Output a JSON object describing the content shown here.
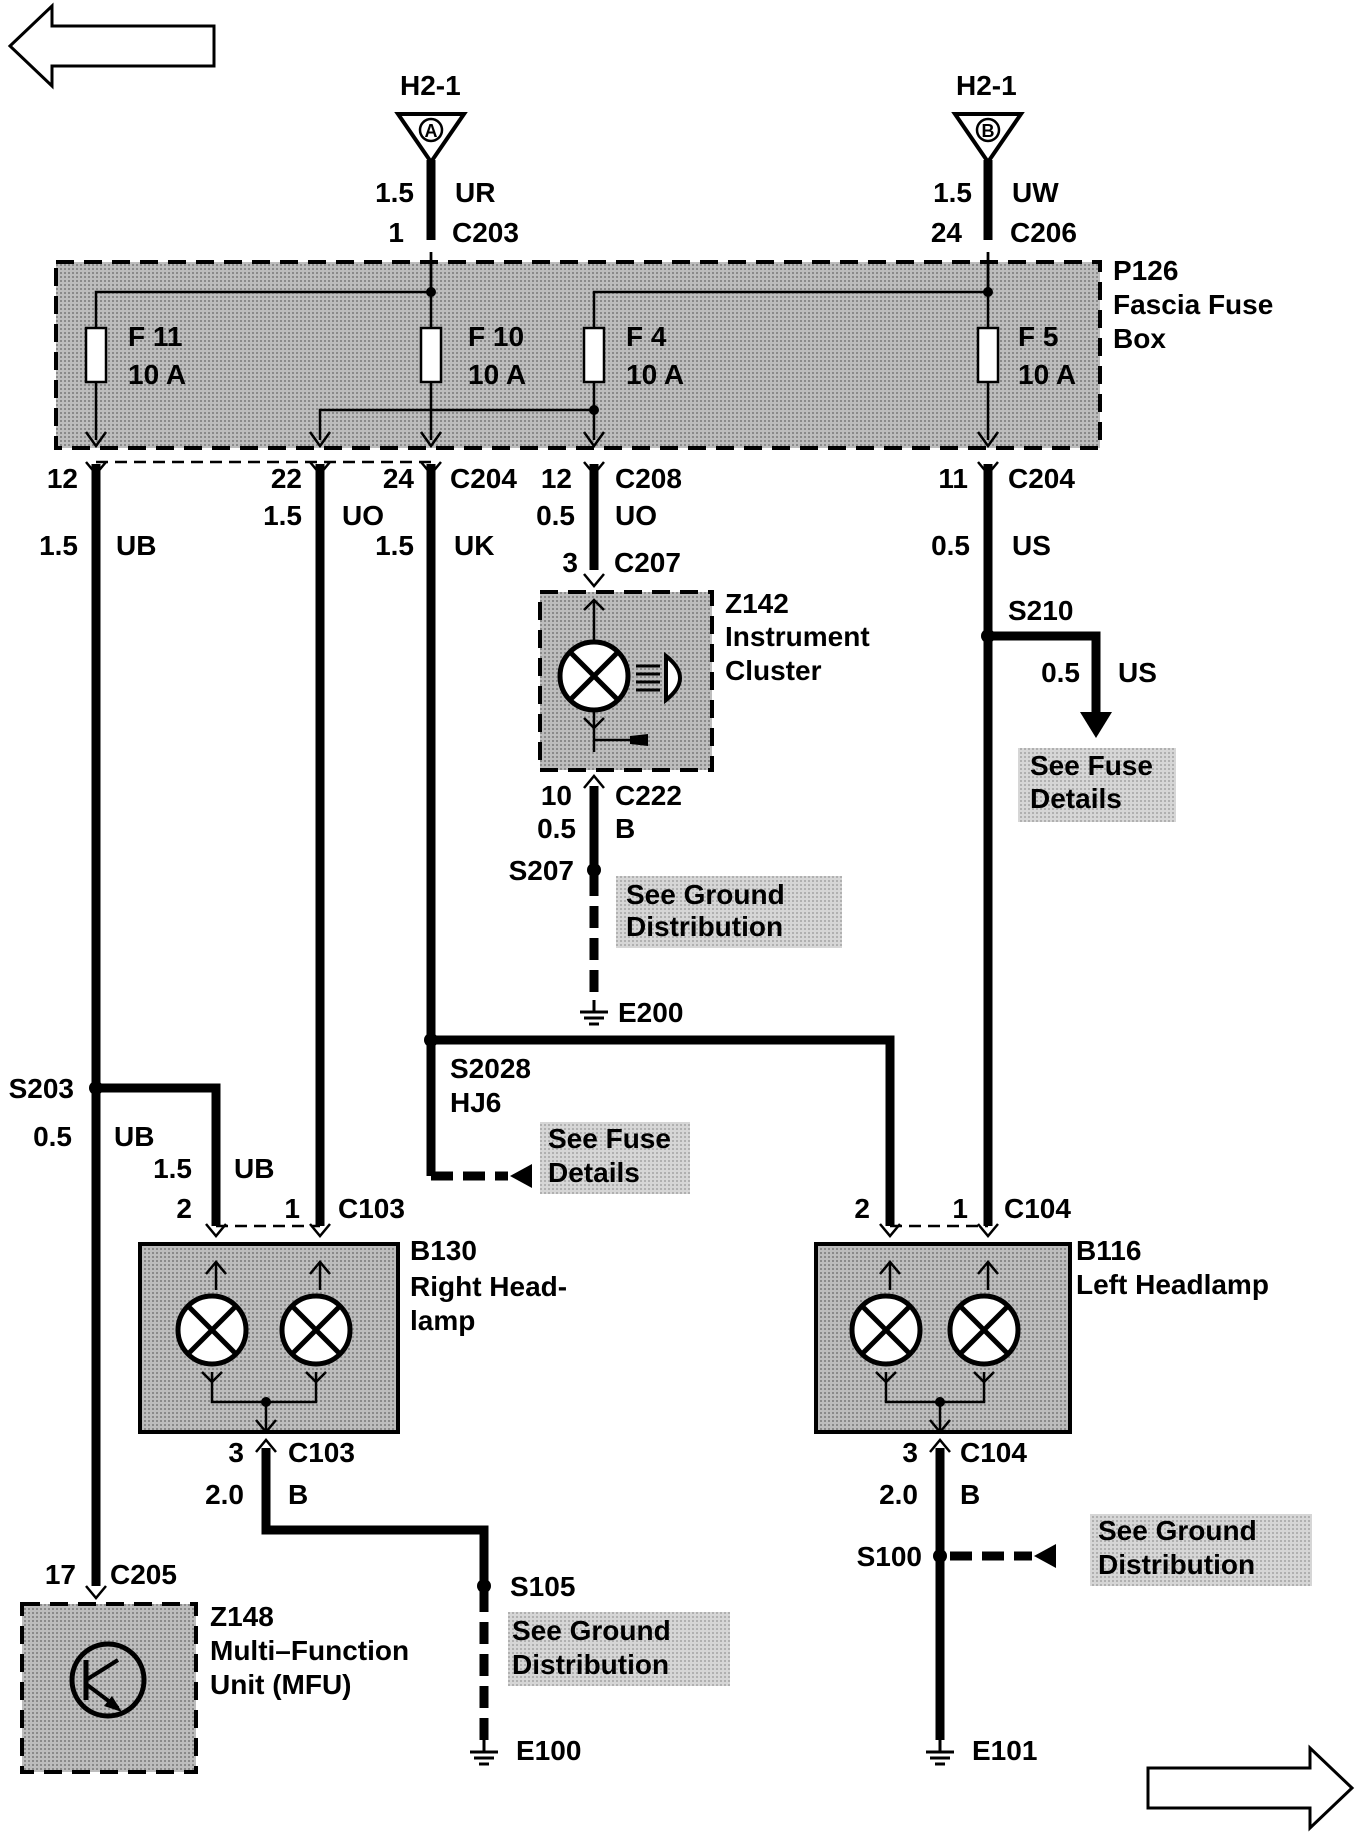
{
  "nav": {
    "back_icon": "left-arrow-icon",
    "forward_icon": "right-arrow-icon"
  },
  "feeds": {
    "a": {
      "ref": "H2-1",
      "letter": "A",
      "gauge": "1.5",
      "color": "UR",
      "pin": "1",
      "connector": "C203"
    },
    "b": {
      "ref": "H2-1",
      "letter": "B",
      "gauge": "1.5",
      "color": "UW",
      "pin": "24",
      "connector": "C206"
    }
  },
  "fuse_box": {
    "id": "P126",
    "name_line1": "Fascia Fuse",
    "name_line2": "Box",
    "fuses": [
      {
        "name": "F 11",
        "rating": "10 A"
      },
      {
        "name": "F 10",
        "rating": "10 A"
      },
      {
        "name": "F 4",
        "rating": "10 A"
      },
      {
        "name": "F 5",
        "rating": "10 A"
      }
    ]
  },
  "outputs": {
    "f11": {
      "pin": "12",
      "gauge": "1.5",
      "color": "UB"
    },
    "uo": {
      "pin": "22",
      "gauge": "1.5",
      "color": "UO"
    },
    "uk": {
      "pin": "24",
      "connector": "C204",
      "gauge": "1.5",
      "color": "UK"
    },
    "f4": {
      "pin": "12",
      "connector": "C208",
      "gauge": "0.5",
      "color": "UO"
    },
    "f5": {
      "pin": "11",
      "connector": "C204",
      "gauge": "0.5",
      "color": "US"
    }
  },
  "cluster": {
    "in_pin": "3",
    "in_connector": "C207",
    "id": "Z142",
    "name_line1": "Instrument",
    "name_line2": "Cluster",
    "out_pin": "10",
    "out_connector": "C222",
    "out_gauge": "0.5",
    "out_color": "B",
    "splice": "S207",
    "ground": "E200"
  },
  "s210": {
    "splice": "S210",
    "gauge": "0.5",
    "color": "US"
  },
  "references": {
    "fuse_details_line1": "See Fuse",
    "fuse_details_line2": "Details",
    "ground_line1": "See Ground",
    "ground_line2": "Distribution"
  },
  "s2028": {
    "splice": "S2028",
    "option": "HJ6"
  },
  "s203": {
    "splice": "S203",
    "gauge": "0.5",
    "color": "UB"
  },
  "right_headlamp": {
    "pin2": "2",
    "pin1": "1",
    "connector": "C103",
    "in_gauge": "1.5",
    "in_color": "UB",
    "id": "B130",
    "name_line1": "Right Head-",
    "name_line2": "lamp",
    "out_pin": "3",
    "out_connector": "C103",
    "out_gauge": "2.0",
    "out_color": "B",
    "splice": "S105",
    "ground": "E100"
  },
  "left_headlamp": {
    "pin2": "2",
    "pin1": "1",
    "connector": "C104",
    "id": "B116",
    "name": "Left Headlamp",
    "out_pin": "3",
    "out_connector": "C104",
    "out_gauge": "2.0",
    "out_color": "B",
    "splice": "S100",
    "ground": "E101"
  },
  "mfu": {
    "pin": "17",
    "connector": "C205",
    "id": "Z148",
    "name_line1": "Multi–Function",
    "name_line2": "Unit (MFU)"
  }
}
